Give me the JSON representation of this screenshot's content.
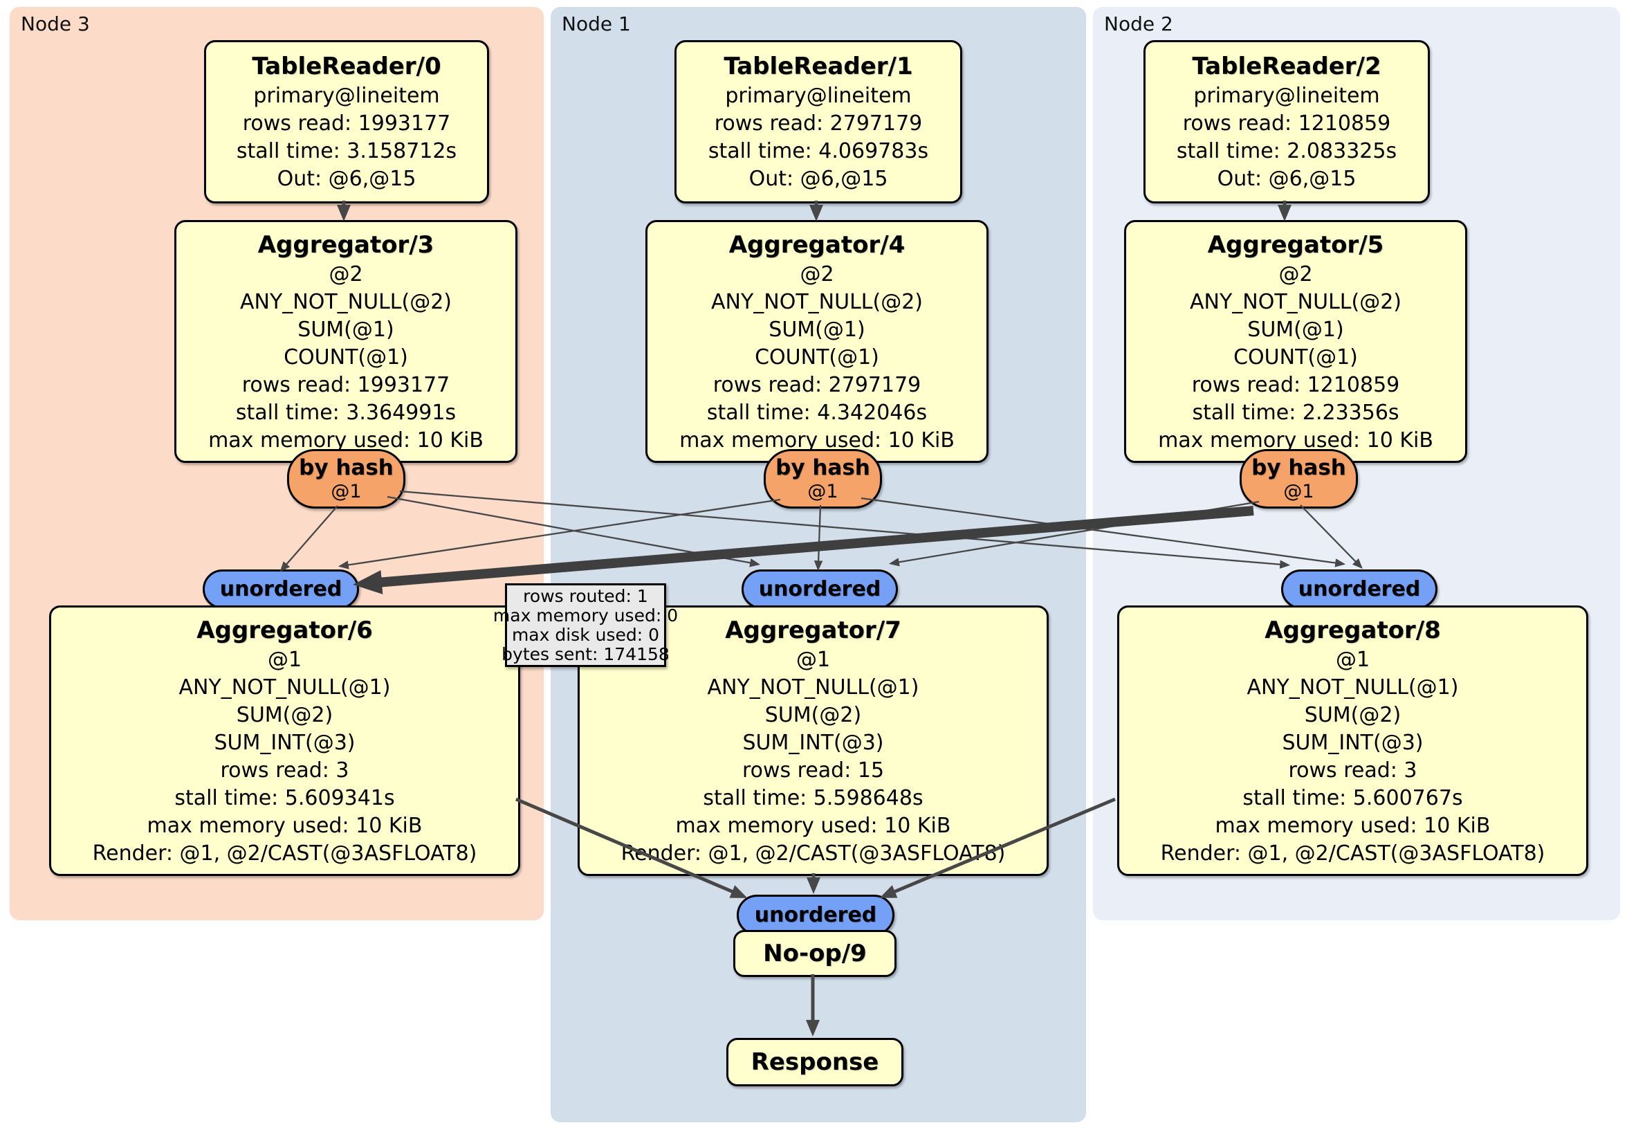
{
  "panels": {
    "node3": {
      "label": "Node 3"
    },
    "node1": {
      "label": "Node 1"
    },
    "node2": {
      "label": "Node 2"
    }
  },
  "boxes": {
    "tr0": {
      "title": "TableReader/0",
      "lines": [
        "primary@lineitem",
        "rows read: 1993177",
        "stall time: 3.158712s",
        "Out: @6,@15"
      ]
    },
    "tr1": {
      "title": "TableReader/1",
      "lines": [
        "primary@lineitem",
        "rows read: 2797179",
        "stall time: 4.069783s",
        "Out: @6,@15"
      ]
    },
    "tr2": {
      "title": "TableReader/2",
      "lines": [
        "primary@lineitem",
        "rows read: 1210859",
        "stall time: 2.083325s",
        "Out: @6,@15"
      ]
    },
    "agg3": {
      "title": "Aggregator/3",
      "lines": [
        "@2",
        "ANY_NOT_NULL(@2)",
        "SUM(@1)",
        "COUNT(@1)",
        "rows read: 1993177",
        "stall time: 3.364991s",
        "max memory used: 10 KiB"
      ]
    },
    "agg4": {
      "title": "Aggregator/4",
      "lines": [
        "@2",
        "ANY_NOT_NULL(@2)",
        "SUM(@1)",
        "COUNT(@1)",
        "rows read: 2797179",
        "stall time: 4.342046s",
        "max memory used: 10 KiB"
      ]
    },
    "agg5": {
      "title": "Aggregator/5",
      "lines": [
        "@2",
        "ANY_NOT_NULL(@2)",
        "SUM(@1)",
        "COUNT(@1)",
        "rows read: 1210859",
        "stall time: 2.23356s",
        "max memory used: 10 KiB"
      ]
    },
    "agg6": {
      "title": "Aggregator/6",
      "lines": [
        "@1",
        "ANY_NOT_NULL(@1)",
        "SUM(@2)",
        "SUM_INT(@3)",
        "rows read: 3",
        "stall time: 5.609341s",
        "max memory used: 10 KiB",
        "Render: @1, @2/CAST(@3ASFLOAT8)"
      ]
    },
    "agg7": {
      "title": "Aggregator/7",
      "lines": [
        "@1",
        "ANY_NOT_NULL(@1)",
        "SUM(@2)",
        "SUM_INT(@3)",
        "rows read: 15",
        "stall time: 5.598648s",
        "max memory used: 10 KiB",
        "Render: @1, @2/CAST(@3ASFLOAT8)"
      ]
    },
    "agg8": {
      "title": "Aggregator/8",
      "lines": [
        "@1",
        "ANY_NOT_NULL(@1)",
        "SUM(@2)",
        "SUM_INT(@3)",
        "rows read: 3",
        "stall time: 5.600767s",
        "max memory used: 10 KiB",
        "Render: @1, @2/CAST(@3ASFLOAT8)"
      ]
    },
    "noop": {
      "title": "No-op/9"
    },
    "response": {
      "title": "Response"
    }
  },
  "routers": {
    "hash3": {
      "label": "by hash",
      "sub": "@1"
    },
    "hash1": {
      "label": "by hash",
      "sub": "@1"
    },
    "hash2": {
      "label": "by hash",
      "sub": "@1"
    }
  },
  "syncs": {
    "unordered3": {
      "label": "unordered"
    },
    "unordered1": {
      "label": "unordered"
    },
    "unordered2": {
      "label": "unordered"
    },
    "unordered_final": {
      "label": "unordered"
    }
  },
  "tooltip": {
    "lines": [
      "rows routed: 1",
      "max memory used: 0",
      "max disk used: 0",
      "bytes sent: 174158"
    ]
  },
  "colors": {
    "panel_node3": "#fcdbc9",
    "panel_node1": "#d2dfeb",
    "panel_node2": "#e9eef7",
    "box_fill": "#ffffcd",
    "router_fill": "#f5a368",
    "sync_fill": "#74a1f6",
    "tooltip_fill": "#e9e9e9",
    "edge": "#474747"
  }
}
